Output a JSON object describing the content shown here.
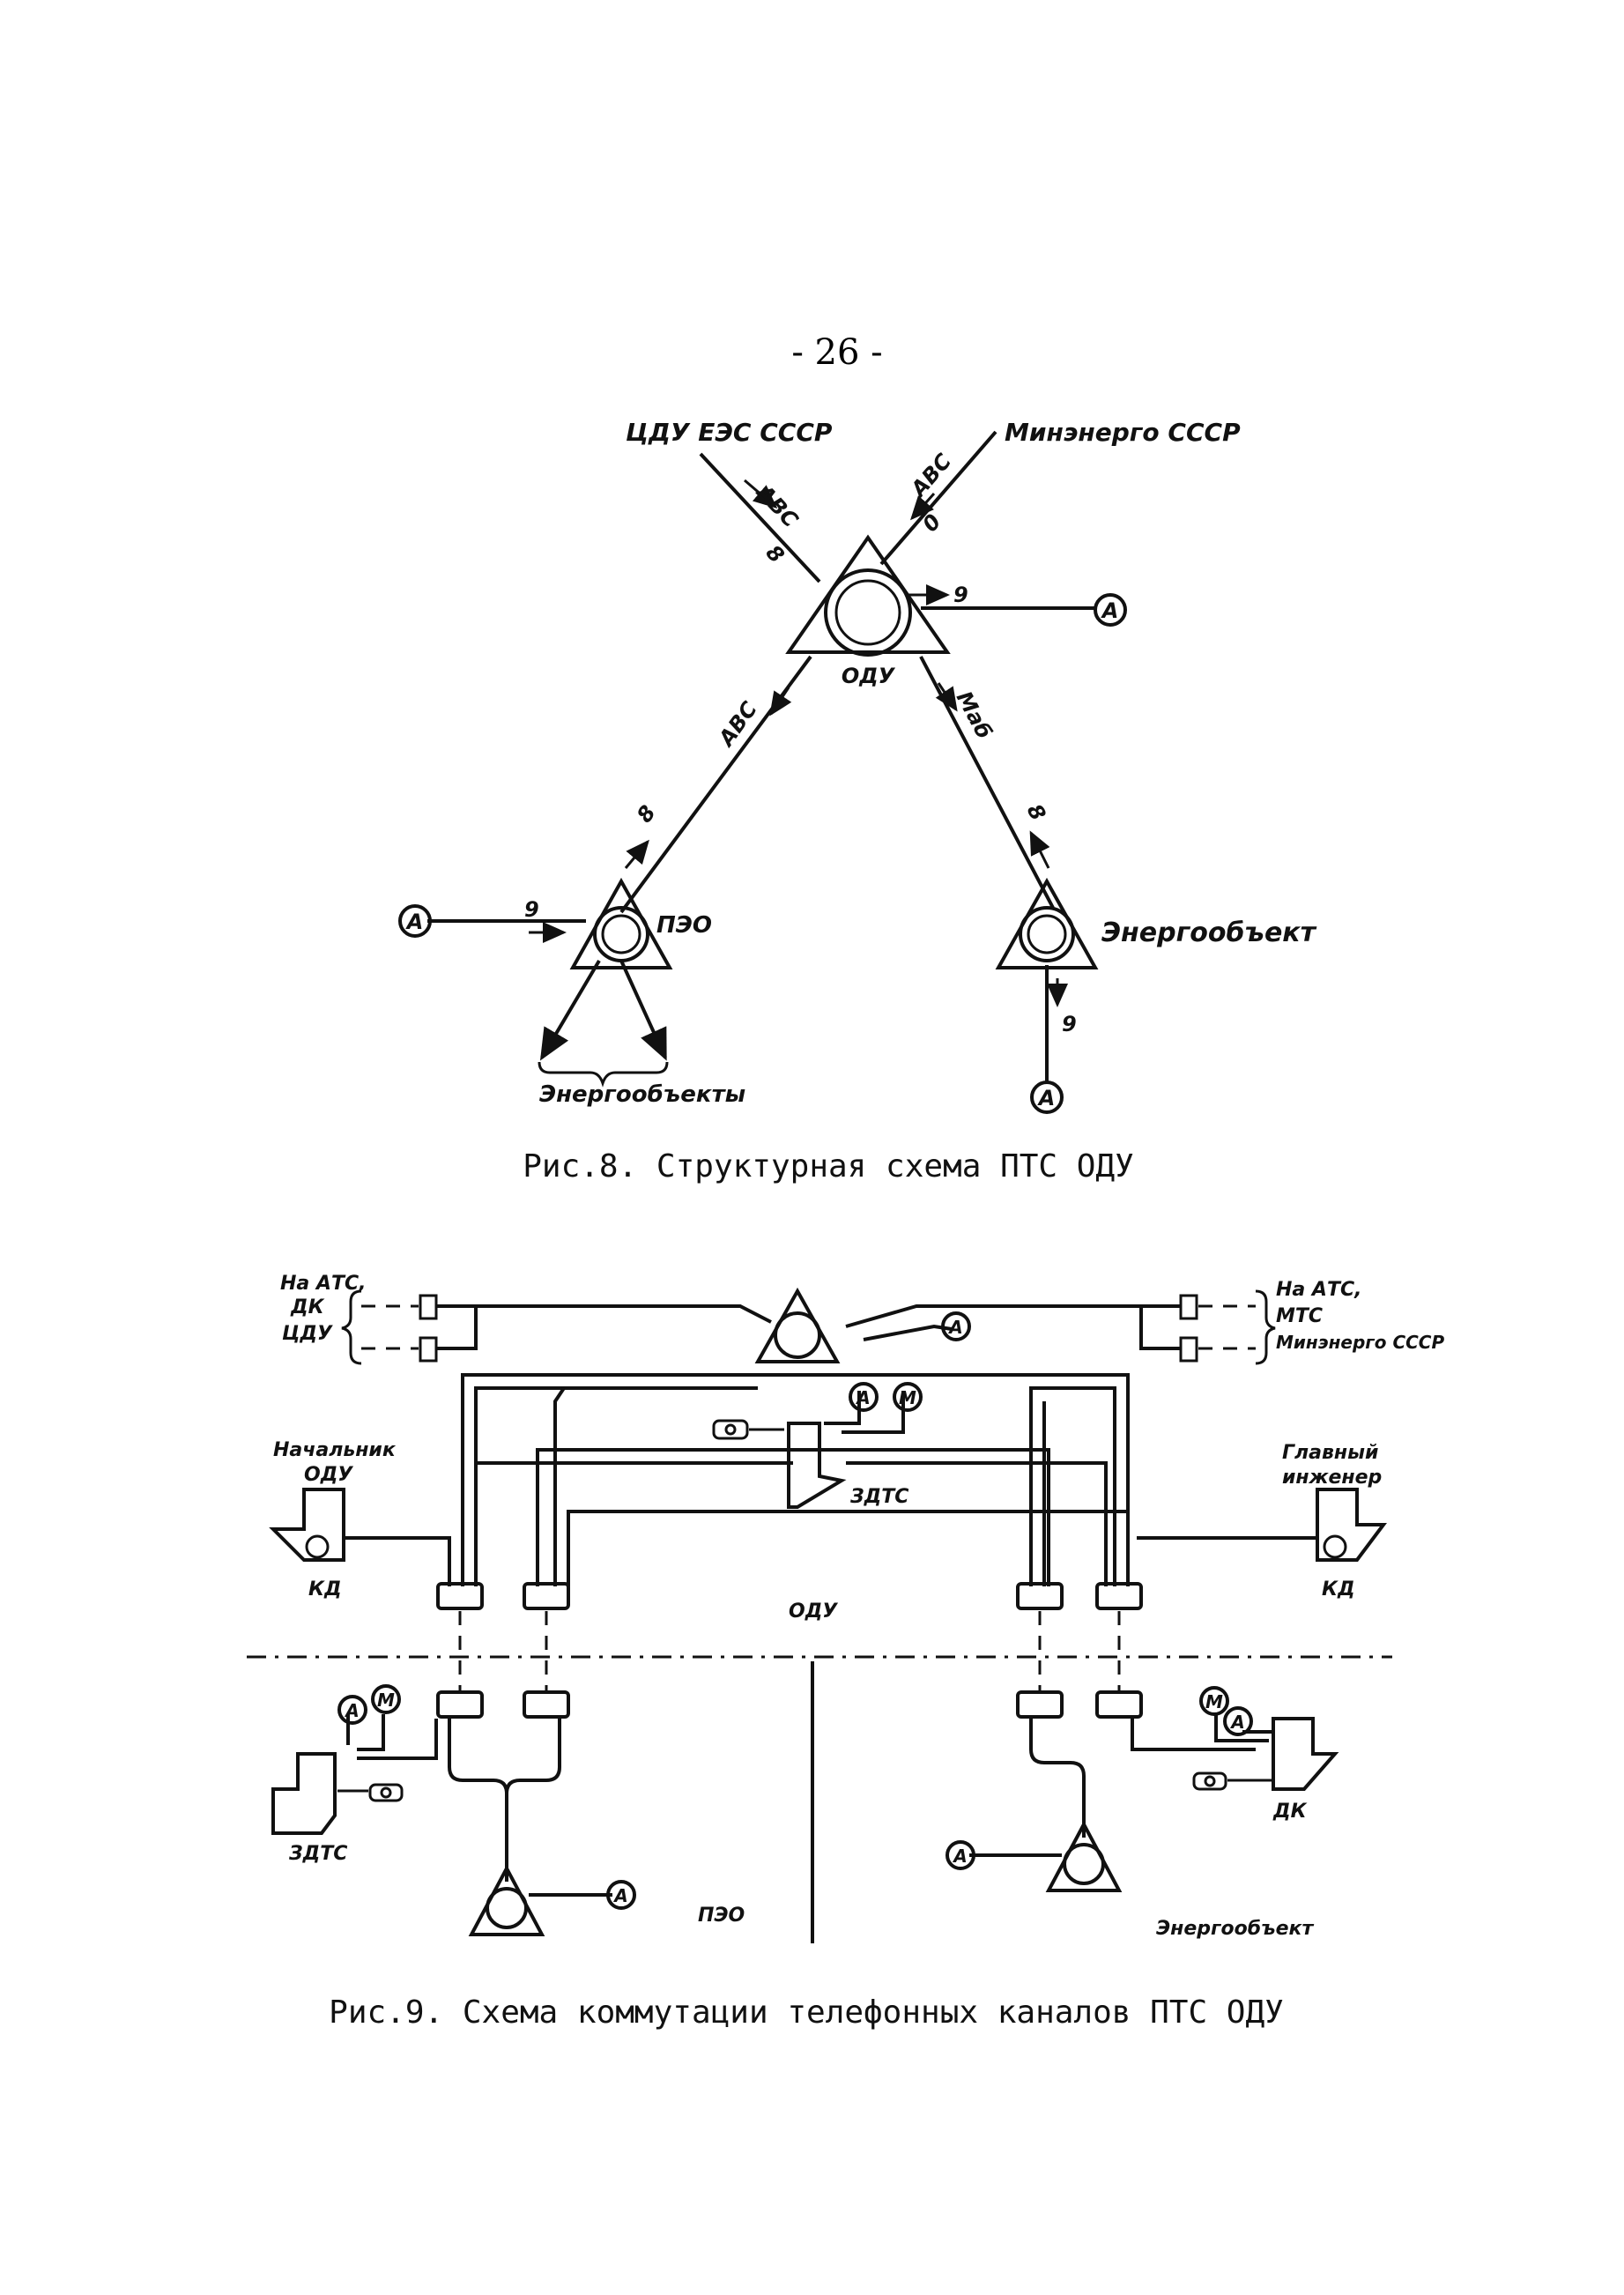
{
  "page_number": "- 26 -",
  "fig8": {
    "caption": "Рис.8. Структурная схема ПТС ОДУ",
    "labels": {
      "top_left": "ЦДУ ЕЭС СССР",
      "top_right": "Минэнерго СССР",
      "center_node": "ОДУ",
      "left_node": "ПЭО",
      "right_node": "Энергообъект",
      "bottom_left": "Энергообъекты",
      "ch_abc_1": "АВС",
      "ch_abc_2": "АВС",
      "ch_abc_3": "АВС",
      "ch_mab": "Маб",
      "n8_a": "8",
      "n8_b": "8",
      "n8_c": "8",
      "n0": "0",
      "n9_a": "9",
      "n9_b": "9",
      "n9_c": "9",
      "a_symbol": "А"
    }
  },
  "fig9": {
    "caption": "Рис.9. Схема коммутации телефонных каналов ПТС ОДУ",
    "labels": {
      "top_left_1": "На АТС,",
      "top_left_2": "ДК",
      "top_left_3": "ЦДУ",
      "top_right_1": "На АТС,",
      "top_right_2": "МТС",
      "top_right_3": "Минэнерго СССР",
      "chief": "Начальник",
      "chief_2": "ОДУ",
      "engineer": "Главный",
      "engineer_2": "инженер",
      "kd_left": "КД",
      "kd_right": "КД",
      "zdts_top": "ЗДТС",
      "zdts_bottom": "ЗДТС",
      "odu": "ОДУ",
      "peo": "ПЭО",
      "energy": "Энергообъект",
      "dk": "ДК",
      "a_symbol": "А",
      "m_symbol": "М"
    }
  }
}
